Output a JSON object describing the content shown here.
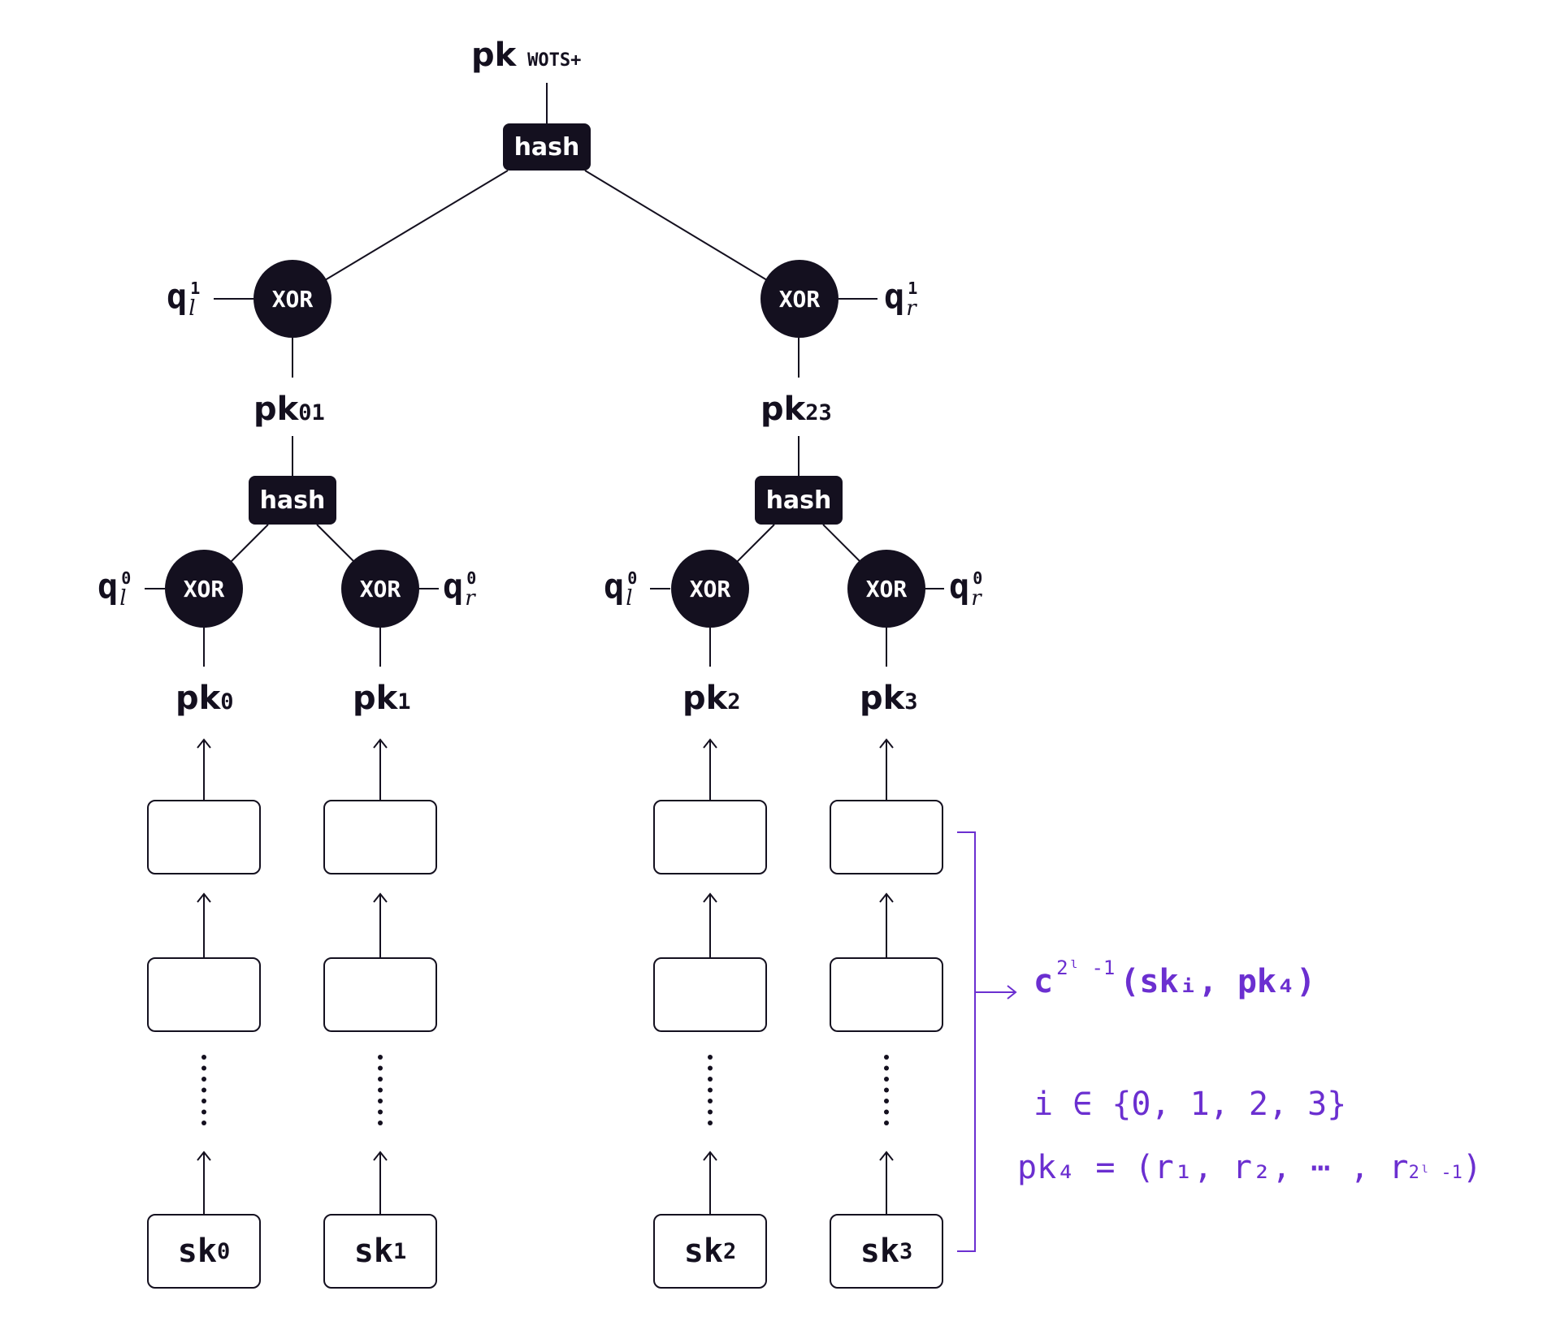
{
  "root": {
    "pk_main": "pk",
    "pk_sub": "WOTS+",
    "hash": "hash"
  },
  "level1": {
    "left": {
      "xor": "XOR",
      "q_main": "q",
      "q_sup": "1",
      "q_sub": "l",
      "pk_main": "pk",
      "pk_sub": "01",
      "hash": "hash"
    },
    "right": {
      "xor": "XOR",
      "q_main": "q",
      "q_sup": "1",
      "q_sub": "r",
      "pk_main": "pk",
      "pk_sub": "23",
      "hash": "hash"
    }
  },
  "leaves": [
    {
      "xor": "XOR",
      "q_main": "q",
      "q_sup": "0",
      "q_sub": "l",
      "pk_main": "pk",
      "pk_sub": "0",
      "sk_main": "sk",
      "sk_sub": "0"
    },
    {
      "xor": "XOR",
      "q_main": "q",
      "q_sup": "0",
      "q_sub": "r",
      "pk_main": "pk",
      "pk_sub": "1",
      "sk_main": "sk",
      "sk_sub": "1"
    },
    {
      "xor": "XOR",
      "q_main": "q",
      "q_sup": "0",
      "q_sub": "l",
      "pk_main": "pk",
      "pk_sub": "2",
      "sk_main": "sk",
      "sk_sub": "2"
    },
    {
      "xor": "XOR",
      "q_main": "q",
      "q_sup": "0",
      "q_sub": "r",
      "pk_main": "pk",
      "pk_sub": "3",
      "sk_main": "sk",
      "sk_sub": "3"
    }
  ],
  "annotation": {
    "formula_c": "c",
    "formula_exp": "2ˡ -1",
    "formula_args": "(skᵢ, pk₄)",
    "index_line": "i  ∈ {0, 1, 2, 3}",
    "pk_line": "pk₄ = (r₁, r₂, ⋯ , r",
    "pk_line_exp": "2ˡ -1",
    "pk_line_end": ")",
    "color": "#6b2fd0"
  },
  "colors": {
    "ink": "#14101f",
    "accent": "#6b2fd0"
  }
}
